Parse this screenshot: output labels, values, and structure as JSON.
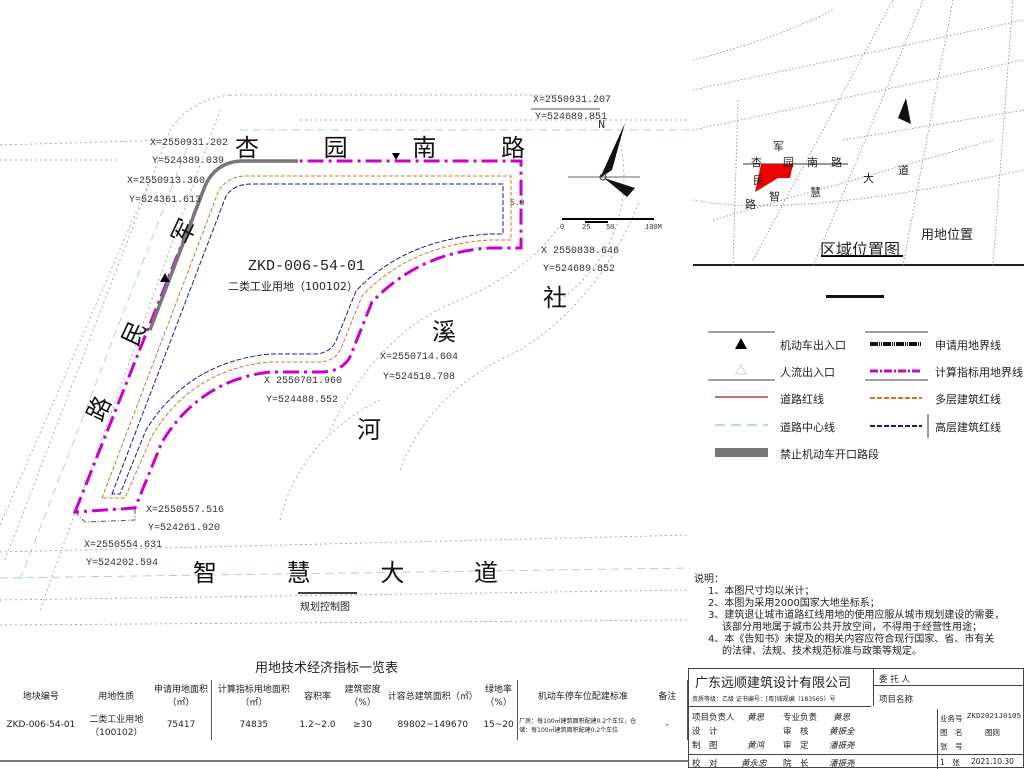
{
  "drawing": {
    "roads": {
      "north": [
        "杏",
        "园",
        "南",
        "路"
      ],
      "west": [
        "军",
        "民",
        "路"
      ],
      "south": [
        "智",
        "慧",
        "大",
        "道"
      ],
      "river": [
        "社",
        "溪",
        "河"
      ]
    },
    "parcel": {
      "code": "ZKD-006-54-01",
      "use": "二类工业用地（100102）"
    },
    "coords": [
      {
        "x": "X=2550931.202",
        "y": "Y=524389.039"
      },
      {
        "x": "X=2550913.360",
        "y": "Y=524361.613"
      },
      {
        "x": "X=2550931.207",
        "y": "Y=524689.851"
      },
      {
        "x": "X 2550838.646",
        "y": "Y=524689.852"
      },
      {
        "x": "X=2550714.604",
        "y": "Y=524510.708"
      },
      {
        "x": "X 2550701.960",
        "y": "Y=524488.552"
      },
      {
        "x": "X=2550557.516",
        "y": "Y=524261.920"
      },
      {
        "x": "X=2550554.631",
        "y": "Y=524202.594"
      }
    ],
    "setback_label": "5.0",
    "north_label": "N",
    "scale_ticks": [
      "0",
      "25",
      "50",
      "100M"
    ],
    "caption": "规划控制图"
  },
  "location_map": {
    "title": "区域位置图",
    "site_label": "用地位置",
    "road_chars": [
      "军",
      "杏",
      "园",
      "南",
      "路",
      "民",
      "路",
      "智",
      "慧",
      "大",
      "道"
    ]
  },
  "legend": [
    {
      "label": "机动车出入口",
      "icon": "filled-triangle"
    },
    {
      "label": "申请用地界线",
      "icon": "black-dash-line"
    },
    {
      "label": "人流出入口",
      "icon": "hollow-triangle"
    },
    {
      "label": "计算指标用地界线",
      "icon": "magenta-dash-line"
    },
    {
      "label": "道路红线",
      "icon": "red-line"
    },
    {
      "label": "多层建筑红线",
      "icon": "orange-dash-line"
    },
    {
      "label": "道路中心线",
      "icon": "cyan-dash-line"
    },
    {
      "label": "高层建筑红线",
      "icon": "blue-dash-line"
    },
    {
      "label": "禁止机动车开口路段",
      "icon": "gray-bar"
    }
  ],
  "notes": {
    "title": "说明：",
    "items": [
      "1、本图尺寸均以米计；",
      "2、本图为采用2000国家大地坐标系；",
      "3、建筑退让城市道路红线用地的使用应服从城市规划建设的需要，",
      "该部分用地属于城市公共开放空间，不得用于经营性用途；",
      "4、本《告知书》未提及的相关内容应符合现行国家、省、市有关",
      "的法律、法规、技术规范标准与政策等规定。"
    ]
  },
  "table": {
    "title": "用地技术经济指标一览表",
    "headers": [
      "地块编号",
      "用地性质",
      "申请用地面积（㎡）",
      "计算指标用地面积（㎡）",
      "容积率",
      "建筑密度（%）",
      "计容总建筑面积（㎡）",
      "绿地率（%）",
      "机动车停车位配建标准",
      "备注"
    ],
    "rows": [
      [
        "ZKD-006-54-01",
        "二类工业用地（100102）",
        "75417",
        "74835",
        "1.2~2.0",
        "≥30",
        "89802~149670",
        "15~20",
        "厂房：每100㎡建筑面积配建0.2个车位，仓储：每100㎡建筑面积配建0.2个车位",
        "-"
      ]
    ]
  },
  "title_block": {
    "company": "广东远顺建筑设计有限公司",
    "qualification": "资质等级：乙级  证书编号：[粤]城规编（183565）号",
    "client_label": "委 托 人",
    "project_label": "项目名称",
    "staff": [
      {
        "role": "项目负责人",
        "name": "黄思",
        "role2": "专业负责",
        "name2": "黄思"
      },
      {
        "role": "设　计",
        "name": "",
        "role2": "审　核",
        "name2": "黄振全"
      },
      {
        "role": "制　图",
        "name": "黄鸿",
        "role2": "审　定",
        "name2": "潘振尧"
      },
      {
        "role": "校　对",
        "name": "黄永忠",
        "role2": "院　长",
        "name2": "潘振尧"
      }
    ],
    "info": [
      {
        "label": "业务号",
        "value": "ZKD2021J0105"
      },
      {
        "label": "图　名",
        "value": "图则"
      },
      {
        "label": "张　号",
        "value": ""
      },
      {
        "label": "1　张",
        "value": "2021.10.30"
      }
    ]
  },
  "colors": {
    "boundary": "#cc00cc",
    "multi": "#e07020",
    "high": "#1a1a9a",
    "road_red": "#a02020",
    "center": "#88cccc",
    "site": "#ee0000"
  }
}
